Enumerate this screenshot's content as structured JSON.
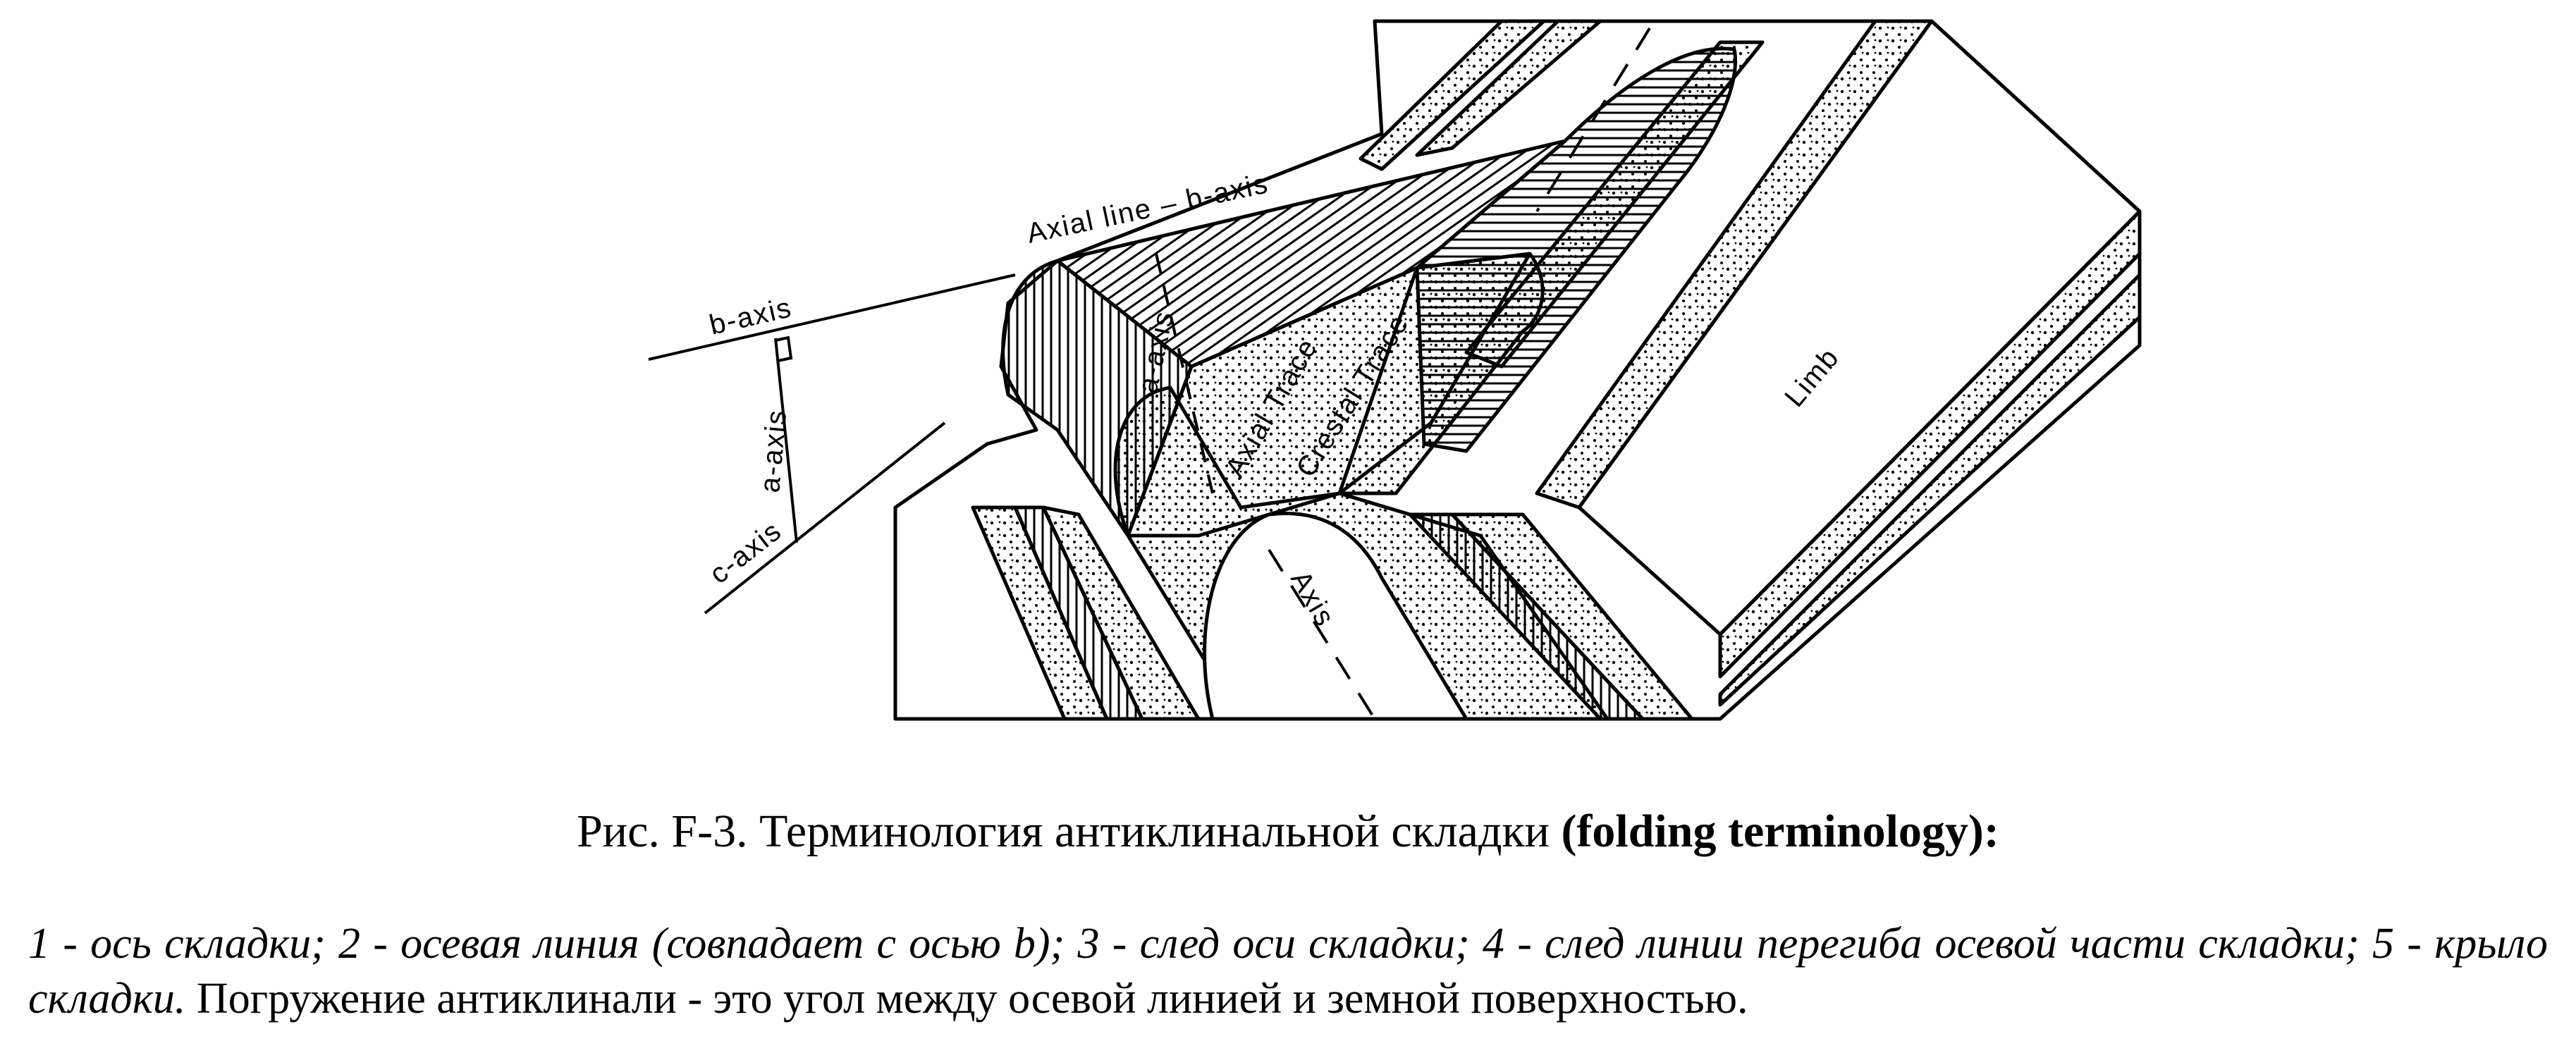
{
  "figure": {
    "labels": {
      "axial_line": "Axial line – b-axis",
      "b_axis": "b-axis",
      "a_axis_left": "a-axis",
      "c_axis": "c-axis",
      "a_axis_inner": "a-axis",
      "axial_trace": "Axial Trace",
      "crestal_trace": "Crestal Trace",
      "axis": "Axis",
      "limb": "Limb"
    }
  },
  "caption": {
    "prefix": "Рис. F-3. Терминология антиклинальной складки ",
    "bold": "(folding terminology):"
  },
  "legend": {
    "italic": "1 - ось складки; 2 - осевая линия (совпадает с осью b); 3 - след оси складки; 4 - след линии перегиба осевой части складки; 5 - крыло складки.",
    "plain": " Погружение антиклинали - это угол между осевой линией и земной поверхностью."
  }
}
